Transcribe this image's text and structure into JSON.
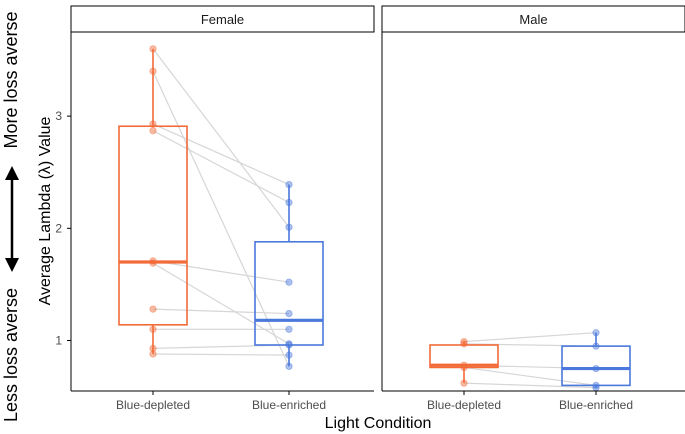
{
  "chart_data": {
    "type": "box",
    "xlabel": "Light Condition",
    "ylabel": "Average Lambda (λ) Value",
    "y_annotation_top": "More loss averse",
    "y_annotation_bottom": "Less loss averse",
    "ylim": [
      0.55,
      3.75
    ],
    "yticks": [
      1,
      2,
      3
    ],
    "categories": [
      "Blue-depleted",
      "Blue-enriched"
    ],
    "colors": {
      "Blue-depleted": "#f26b38",
      "Blue-enriched": "#4a78dc",
      "paired_line": "#d6d6d6",
      "axis": "#000000"
    },
    "grid": false,
    "facets": [
      {
        "name": "Female",
        "boxes": [
          {
            "category": "Blue-depleted",
            "whisker_low": 0.88,
            "q1": 1.14,
            "median": 1.7,
            "q3": 2.91,
            "whisker_high": 3.6
          },
          {
            "category": "Blue-enriched",
            "whisker_low": 0.77,
            "q1": 0.96,
            "median": 1.18,
            "q3": 1.88,
            "whisker_high": 2.39
          }
        ],
        "points": {
          "Blue-depleted": [
            3.6,
            3.4,
            2.93,
            2.87,
            1.71,
            1.69,
            1.28,
            1.1,
            0.93,
            0.88
          ],
          "Blue-enriched": [
            2.39,
            2.23,
            2.01,
            1.52,
            1.24,
            1.1,
            0.97,
            0.96,
            0.87,
            0.77
          ]
        },
        "pairs": [
          [
            3.6,
            2.01
          ],
          [
            3.4,
            0.77
          ],
          [
            2.93,
            2.39
          ],
          [
            2.87,
            2.23
          ],
          [
            1.71,
            1.52
          ],
          [
            1.69,
            0.97
          ],
          [
            1.28,
            1.24
          ],
          [
            1.1,
            1.1
          ],
          [
            0.93,
            0.96
          ],
          [
            0.88,
            0.87
          ]
        ]
      },
      {
        "name": "Male",
        "boxes": [
          {
            "category": "Blue-depleted",
            "whisker_low": 0.62,
            "q1": 0.76,
            "median": 0.78,
            "q3": 0.96,
            "whisker_high": 0.99
          },
          {
            "category": "Blue-enriched",
            "whisker_low": 0.58,
            "q1": 0.6,
            "median": 0.75,
            "q3": 0.95,
            "whisker_high": 1.07
          }
        ],
        "points": {
          "Blue-depleted": [
            0.99,
            0.97,
            0.78,
            0.76,
            0.62
          ],
          "Blue-enriched": [
            1.07,
            0.95,
            0.75,
            0.6,
            0.58
          ]
        },
        "pairs": [
          [
            0.99,
            1.07
          ],
          [
            0.97,
            0.95
          ],
          [
            0.78,
            0.75
          ],
          [
            0.76,
            0.6
          ],
          [
            0.62,
            0.58
          ]
        ]
      }
    ]
  }
}
